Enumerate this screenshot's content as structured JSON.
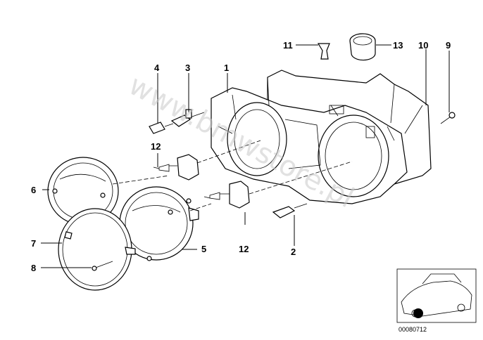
{
  "watermark": "www.bmwstore.pl",
  "diagram_code": "00080712",
  "callouts": [
    {
      "id": "1",
      "label": "1"
    },
    {
      "id": "2",
      "label": "2"
    },
    {
      "id": "3",
      "label": "3"
    },
    {
      "id": "4",
      "label": "4"
    },
    {
      "id": "5",
      "label": "5"
    },
    {
      "id": "6",
      "label": "6"
    },
    {
      "id": "7",
      "label": "7"
    },
    {
      "id": "8",
      "label": "8"
    },
    {
      "id": "9",
      "label": "9"
    },
    {
      "id": "10",
      "label": "10"
    },
    {
      "id": "11",
      "label": "11"
    },
    {
      "id": "12a",
      "label": "12"
    },
    {
      "id": "12b",
      "label": "12"
    },
    {
      "id": "13",
      "label": "13"
    }
  ]
}
